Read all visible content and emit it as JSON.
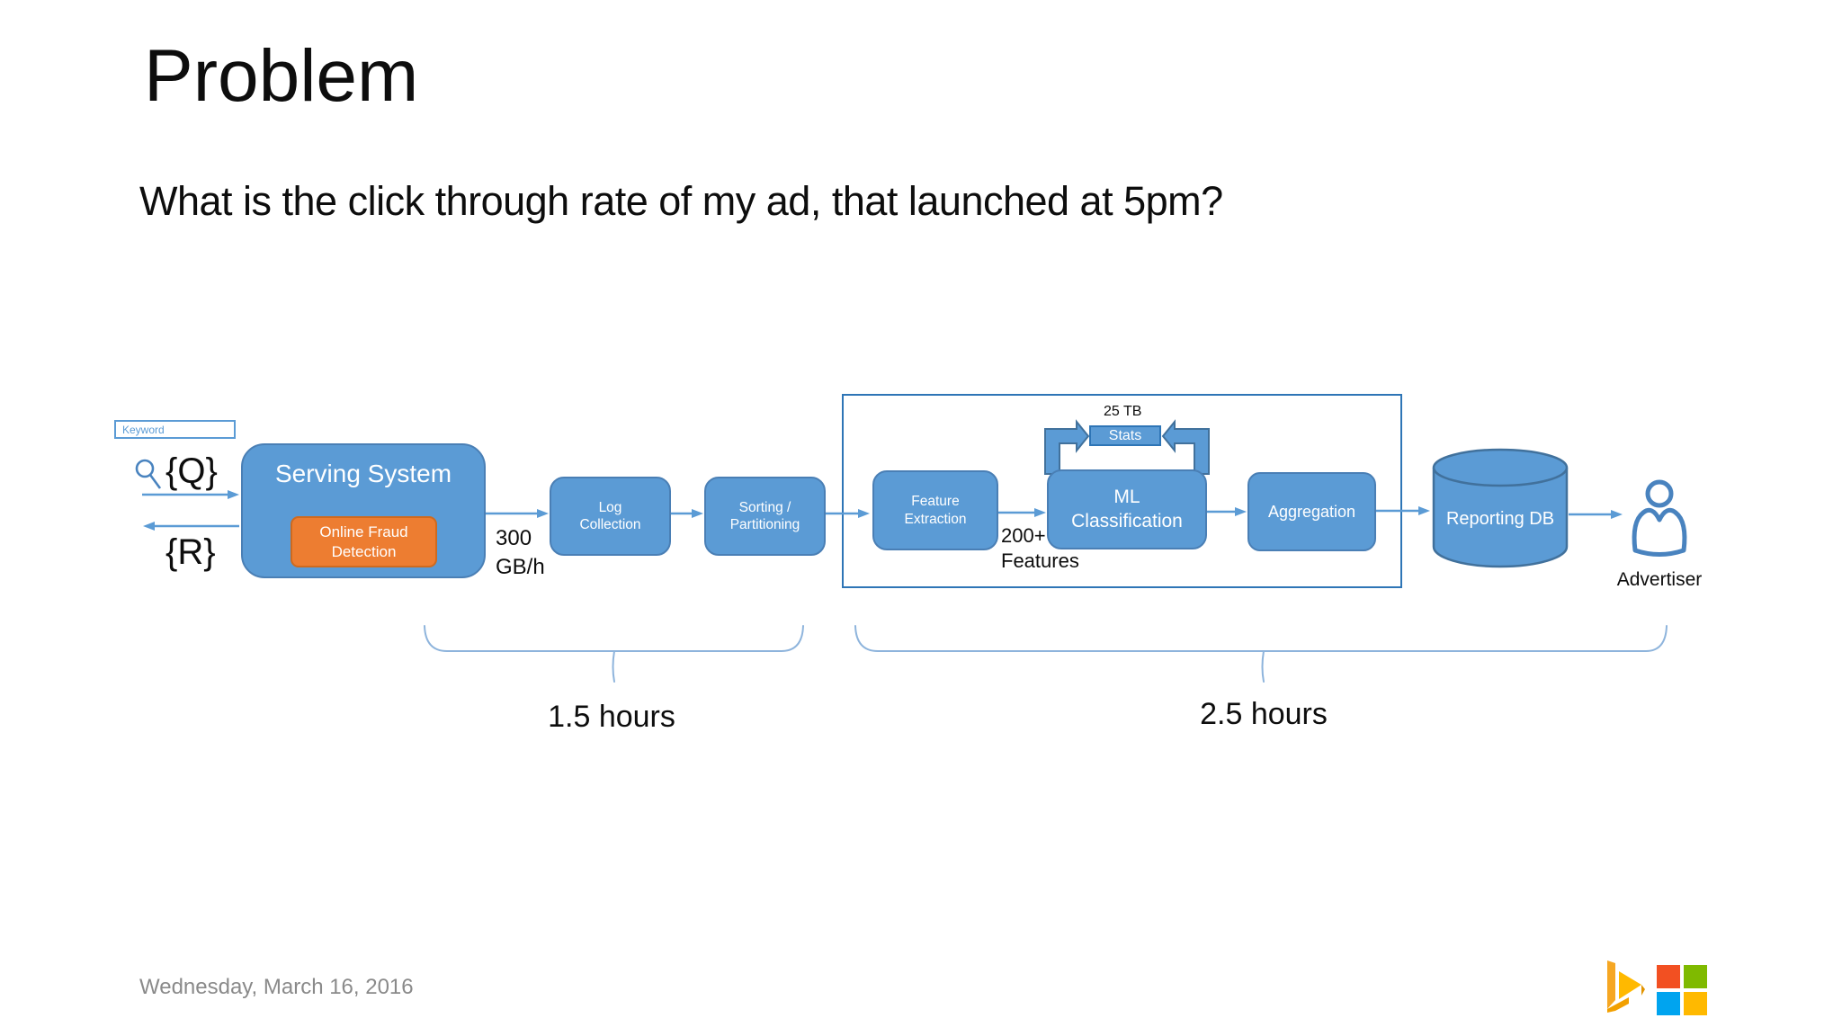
{
  "slide": {
    "title": "Problem",
    "subtitle": "What is the click through rate of my ad, that launched at 5pm?",
    "footer_date": "Wednesday, March 16, 2016"
  },
  "diagram": {
    "search_box": {
      "placeholder": "Keyword"
    },
    "query_label": "{Q}",
    "response_label": "{R}",
    "serving_system": {
      "title": "Serving System",
      "fraud_line1": "Online Fraud",
      "fraud_line2": "Detection"
    },
    "rate_label": {
      "line1": "300",
      "line2": "GB/h"
    },
    "log_collection": {
      "line1": "Log",
      "line2": "Collection"
    },
    "sorting": {
      "line1": "Sorting /",
      "line2": "Partitioning"
    },
    "feature_extraction": {
      "line1": "Feature",
      "line2": "Extraction"
    },
    "features_label": {
      "line1": "200+",
      "line2": "Features"
    },
    "ml_classification": {
      "line1": "ML",
      "line2": "Classification"
    },
    "stats": {
      "label": "Stats",
      "size_label": "25 TB"
    },
    "aggregation": {
      "label": "Aggregation"
    },
    "reporting_db": {
      "label": "Reporting DB"
    },
    "advertiser": {
      "label": "Advertiser"
    },
    "braces": [
      {
        "label": "1.5 hours"
      },
      {
        "label": "2.5 hours"
      }
    ]
  },
  "icons": {
    "search": "search-icon",
    "advertiser_person": "person-icon",
    "database": "database-cylinder-icon",
    "bing": "bing-logo",
    "microsoft": "microsoft-logo"
  },
  "colors": {
    "node_fill": "#5B9BD5",
    "node_border": "#4a7fb5",
    "group_border": "#2E75B6",
    "accent_orange": "#ED7D31",
    "arrow_blue": "#5B9BD5",
    "brace_blue": "#8EB4DC",
    "date_gray": "#8a8a8a",
    "ms_red": "#F25022",
    "ms_green": "#7FBA00",
    "ms_blue": "#00A4EF",
    "ms_yellow": "#FFB900",
    "bing_amber": "#F6A723"
  }
}
